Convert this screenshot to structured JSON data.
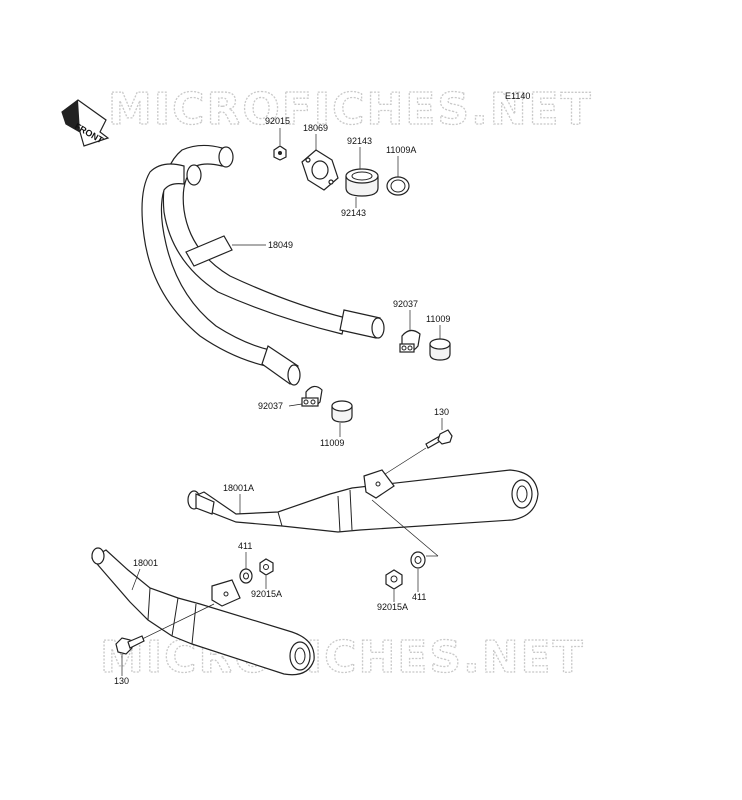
{
  "diagram": {
    "code": "E1140",
    "front_label": "FRONT",
    "watermark": "MICROFICHES.NET",
    "callouts": {
      "c92015": "92015",
      "c18069": "18069",
      "c92143_top": "92143",
      "c92143_bot": "92143",
      "c11009A": "11009A",
      "c18049": "18049",
      "c92037_r": "92037",
      "c11009_r": "11009",
      "c92037_l": "92037",
      "c11009_l": "11009",
      "c130_top": "130",
      "c18001A": "18001A",
      "c411_l": "411",
      "c92015A_l": "92015A",
      "c18001": "18001",
      "c92015A_r": "92015A",
      "c411_r": "411",
      "c130_bot": "130"
    }
  }
}
